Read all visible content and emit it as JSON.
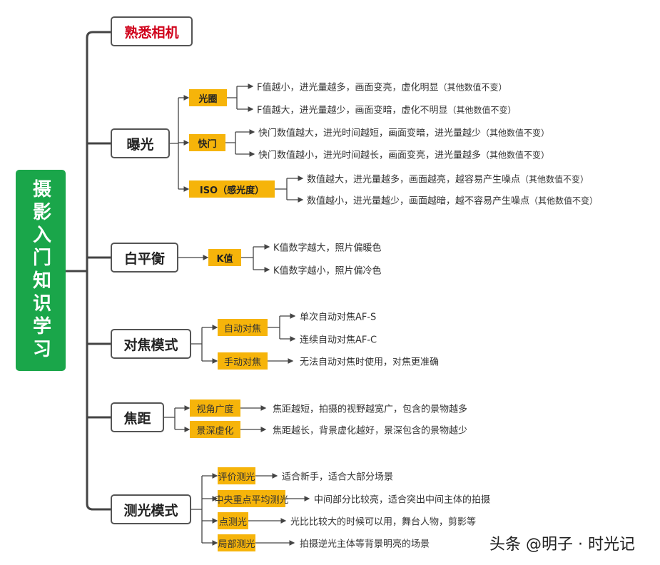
{
  "root": "摄影入门知识学习",
  "colors": {
    "root": "#1aa64a",
    "tag": "#f6b40a",
    "first_node_text": "#d0021b"
  },
  "nodes": {
    "camera": "熟悉相机",
    "exposure": {
      "label": "曝光",
      "aperture": {
        "label": "光圈",
        "items": [
          "F值越小，进光量越多，画面变亮，虚化明显",
          "F值越大，进光量越少，画面变暗，虚化不明显"
        ]
      },
      "shutter": {
        "label": "快门",
        "items": [
          "快门数值越大，进光时间越短，画面变暗，进光量越少",
          "快门数值越小，进光时间越长，画面变亮，进光量越多"
        ]
      },
      "iso": {
        "label": "ISO（感光度）",
        "items": [
          "数值越大，进光量越多，画面越亮，越容易产生噪点",
          "数值越小，进光量越少，画面越暗，越不容易产生噪点"
        ]
      },
      "note": "（其他数值不变）"
    },
    "white_balance": {
      "label": "白平衡",
      "k": {
        "label": "K值",
        "items": [
          "K值数字越大，照片偏暖色",
          "K值数字越小，照片偏冷色"
        ]
      }
    },
    "focus_mode": {
      "label": "对焦模式",
      "auto": {
        "label": "自动对焦",
        "items": [
          "单次自动对焦AF-S",
          "连续自动对焦AF-C"
        ]
      },
      "manual": {
        "label": "手动对焦",
        "items": [
          "无法自动对焦时使用，对焦更准确"
        ]
      }
    },
    "focal_length": {
      "label": "焦距",
      "angle": {
        "label": "视角广度",
        "items": [
          "焦距越短，拍摄的视野越宽广，包含的景物越多"
        ]
      },
      "dof": {
        "label": "景深虚化",
        "items": [
          "焦距越长，背景虚化越好，景深包含的景物越少"
        ]
      }
    },
    "metering": {
      "label": "测光模式",
      "modes": [
        {
          "label": "评价测光",
          "desc": "适合新手，适合大部分场景"
        },
        {
          "label": "中央重点平均测光",
          "desc": "中间部分比较亮，适合突出中间主体的拍摄"
        },
        {
          "label": "点测光",
          "desc": "光比比较大的时候可以用，舞台人物，剪影等"
        },
        {
          "label": "局部测光",
          "desc": "拍摄逆光主体等背景明亮的场景"
        }
      ]
    }
  },
  "watermark": "头条 @明子 · 时光记"
}
